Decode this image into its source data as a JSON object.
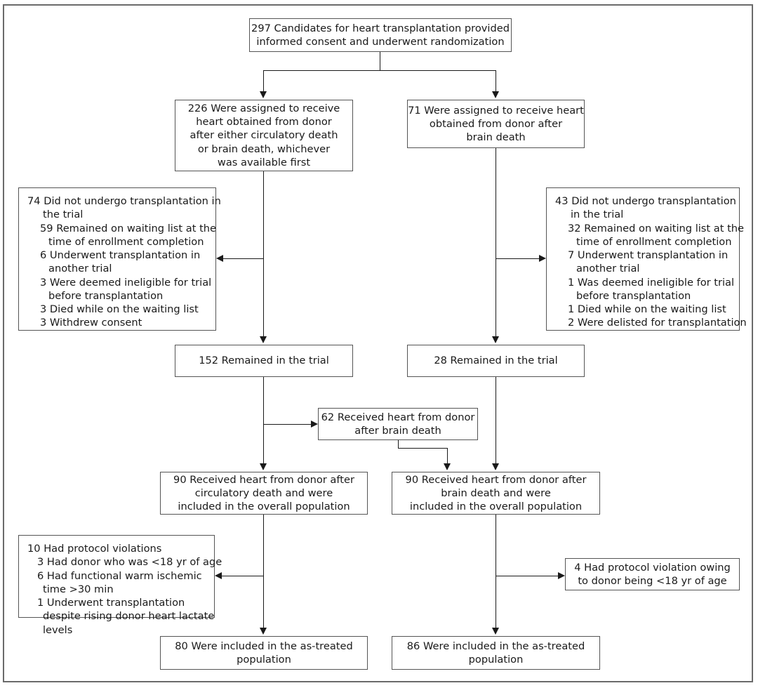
{
  "figure": {
    "type": "consort-flow-diagram",
    "title": "Randomization and treatment flow"
  },
  "nodes": {
    "enrollment": {
      "line1": "297 Candidates for heart transplantation provided",
      "line2": "informed consent and underwent randomization"
    },
    "assigned_left": {
      "line1": "226 Were assigned to receive",
      "line2": "heart obtained from donor",
      "line3": "after either circulatory death",
      "line4": "or brain death, whichever",
      "line5": "was available first"
    },
    "assigned_right": {
      "line1": "71 Were assigned to receive heart",
      "line2": "obtained from donor after",
      "line3": "brain death"
    },
    "excluded_left": {
      "lead": "74 Did not undergo transplantation in the trial",
      "items": [
        "59 Remained on waiting list at the time of enrollment completion",
        "6 Underwent transplantation in another trial",
        "3 Were deemed ineligible for trial before transplantation",
        "3 Died while on the waiting list",
        "3 Withdrew consent"
      ]
    },
    "excluded_right": {
      "lead": "43 Did not undergo transplantation in the trial",
      "items": [
        "32 Remained on waiting list at the time of enrollment completion",
        "7 Underwent transplantation in another trial",
        "1 Was deemed ineligible for trial before transplantation",
        "1 Died while on the waiting list",
        "2 Were delisted for transplantation"
      ]
    },
    "remained_left": {
      "line1": "152 Remained in the trial"
    },
    "remained_right": {
      "line1": "28 Remained in the trial"
    },
    "crossover": {
      "line1": "62 Received heart from donor",
      "line2": "after brain death"
    },
    "received_left": {
      "line1": "90 Received heart from donor after",
      "line2": "circulatory death and were",
      "line3": "included in the overall population"
    },
    "received_right": {
      "line1": "90 Received heart from donor after",
      "line2": "brain death and were",
      "line3": "included in the overall population"
    },
    "violations_left": {
      "lead": "10 Had protocol violations",
      "items": [
        "3 Had donor who was <18 yr of age",
        "6 Had functional warm ischemic time >30 min",
        "1 Underwent transplantation despite rising donor heart lactate levels"
      ]
    },
    "violations_right": {
      "line1": "4 Had protocol violation owing",
      "line2": "to donor being <18 yr of age"
    },
    "astreated_left": {
      "line1": "80 Were included in the as-treated",
      "line2": "population"
    },
    "astreated_right": {
      "line1": "86 Were included in the as-treated",
      "line2": "population"
    }
  },
  "colors": {
    "box_border": "#555555",
    "frame_border": "#6b6b6b",
    "connector": "#1a1a1a",
    "background": "#ffffff",
    "text": "#1a1a1a"
  }
}
